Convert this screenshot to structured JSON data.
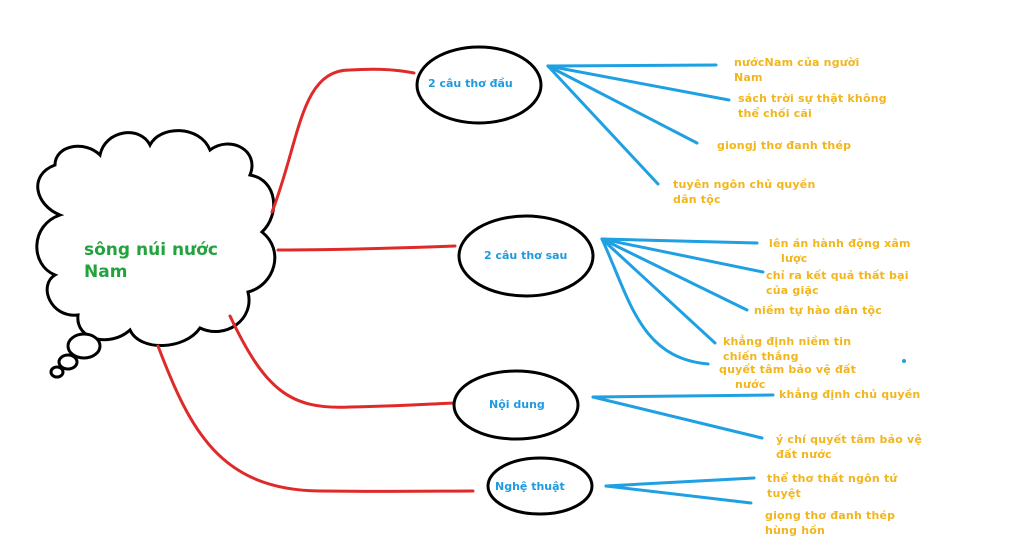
{
  "center": {
    "line1": "sông núi nước",
    "line2": "Nam"
  },
  "branches": [
    {
      "label": "2 câu thơ đầu"
    },
    {
      "label": "2 câu thơ sau"
    },
    {
      "label": "Nội dung"
    },
    {
      "label": "Nghệ thuật"
    }
  ],
  "leaves": {
    "b1": [
      {
        "line1": "nướcNam của người",
        "line2": "Nam"
      },
      {
        "line1": "sách trời sự thật không",
        "line2": "thể chối cãi"
      },
      {
        "line1": "giongj thơ đanh thép",
        "line2": ""
      },
      {
        "line1": "tuyên ngôn chủ quyền",
        "line2": "dân tộc"
      }
    ],
    "b2": [
      {
        "line1": "lên án hành động xâm",
        "line2": "lược"
      },
      {
        "line1": "chỉ ra kết quả thất bại",
        "line2": "của giặc"
      },
      {
        "line1": "niềm tự hào dân tộc",
        "line2": ""
      },
      {
        "line1": "khẳng định niềm tin",
        "line2": "chiến thắng"
      }
    ],
    "b3": [
      {
        "line1": "quyết tâm bảo vệ đất",
        "line2": "nước"
      },
      {
        "line1": "khẳng định chủ quyền",
        "line2": ""
      },
      {
        "line1": "ý chí quyết tâm bảo vệ",
        "line2": "đất nước"
      }
    ],
    "b4": [
      {
        "line1": "thể thơ thất ngôn tứ",
        "line2": "tuyệt"
      },
      {
        "line1": "giọng thơ đanh thép",
        "line2": "hùng hồn"
      }
    ]
  },
  "colors": {
    "red_branch": "#e02a2a",
    "blue_line": "#1ea0e2",
    "leaf_text": "#f2b51c",
    "node_text": "#1e9be0",
    "center_text": "#22a33e",
    "outline": "#000000"
  }
}
